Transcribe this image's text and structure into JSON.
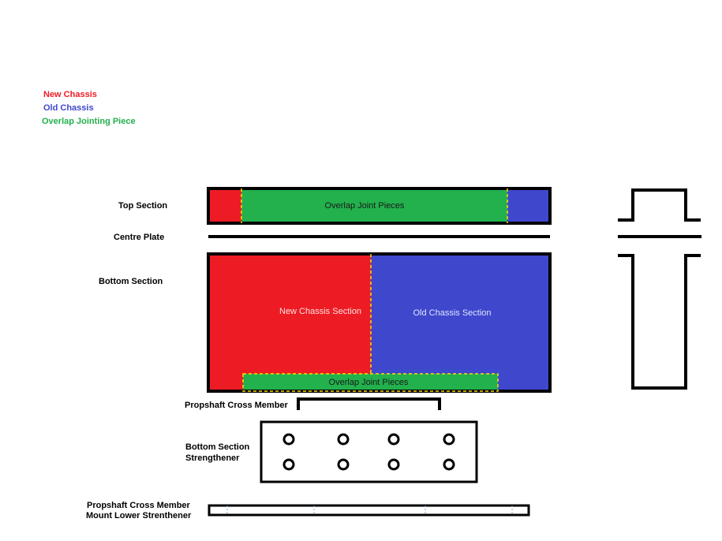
{
  "legend": {
    "new_chassis": "New Chassis",
    "old_chassis": "Old Chassis",
    "overlap": "Overlap Jointing Piece"
  },
  "labels": {
    "top_section": "Top Section",
    "centre_plate": "Centre Plate",
    "bottom_section": "Bottom Section",
    "propshaft_cross_member": "Propshaft  Cross Member",
    "bottom_strengthener_1": "Bottom Section",
    "bottom_strengthener_2": "Strengthener",
    "mount_lower_1": "Propshaft Cross Member",
    "mount_lower_2": "Mount Lower Strenthener"
  },
  "inner": {
    "top_overlap": "Overlap Joint Pieces",
    "new_chassis_section": "New Chassis Section",
    "old_chassis_section": "Old Chassis Section",
    "bottom_overlap": "Overlap Joint Pieces"
  },
  "colors": {
    "new_chassis": "#ed1c24",
    "old_chassis": "#3f48cc",
    "overlap": "#22b14c",
    "dash": "#ffdd00",
    "outline": "#000000"
  }
}
